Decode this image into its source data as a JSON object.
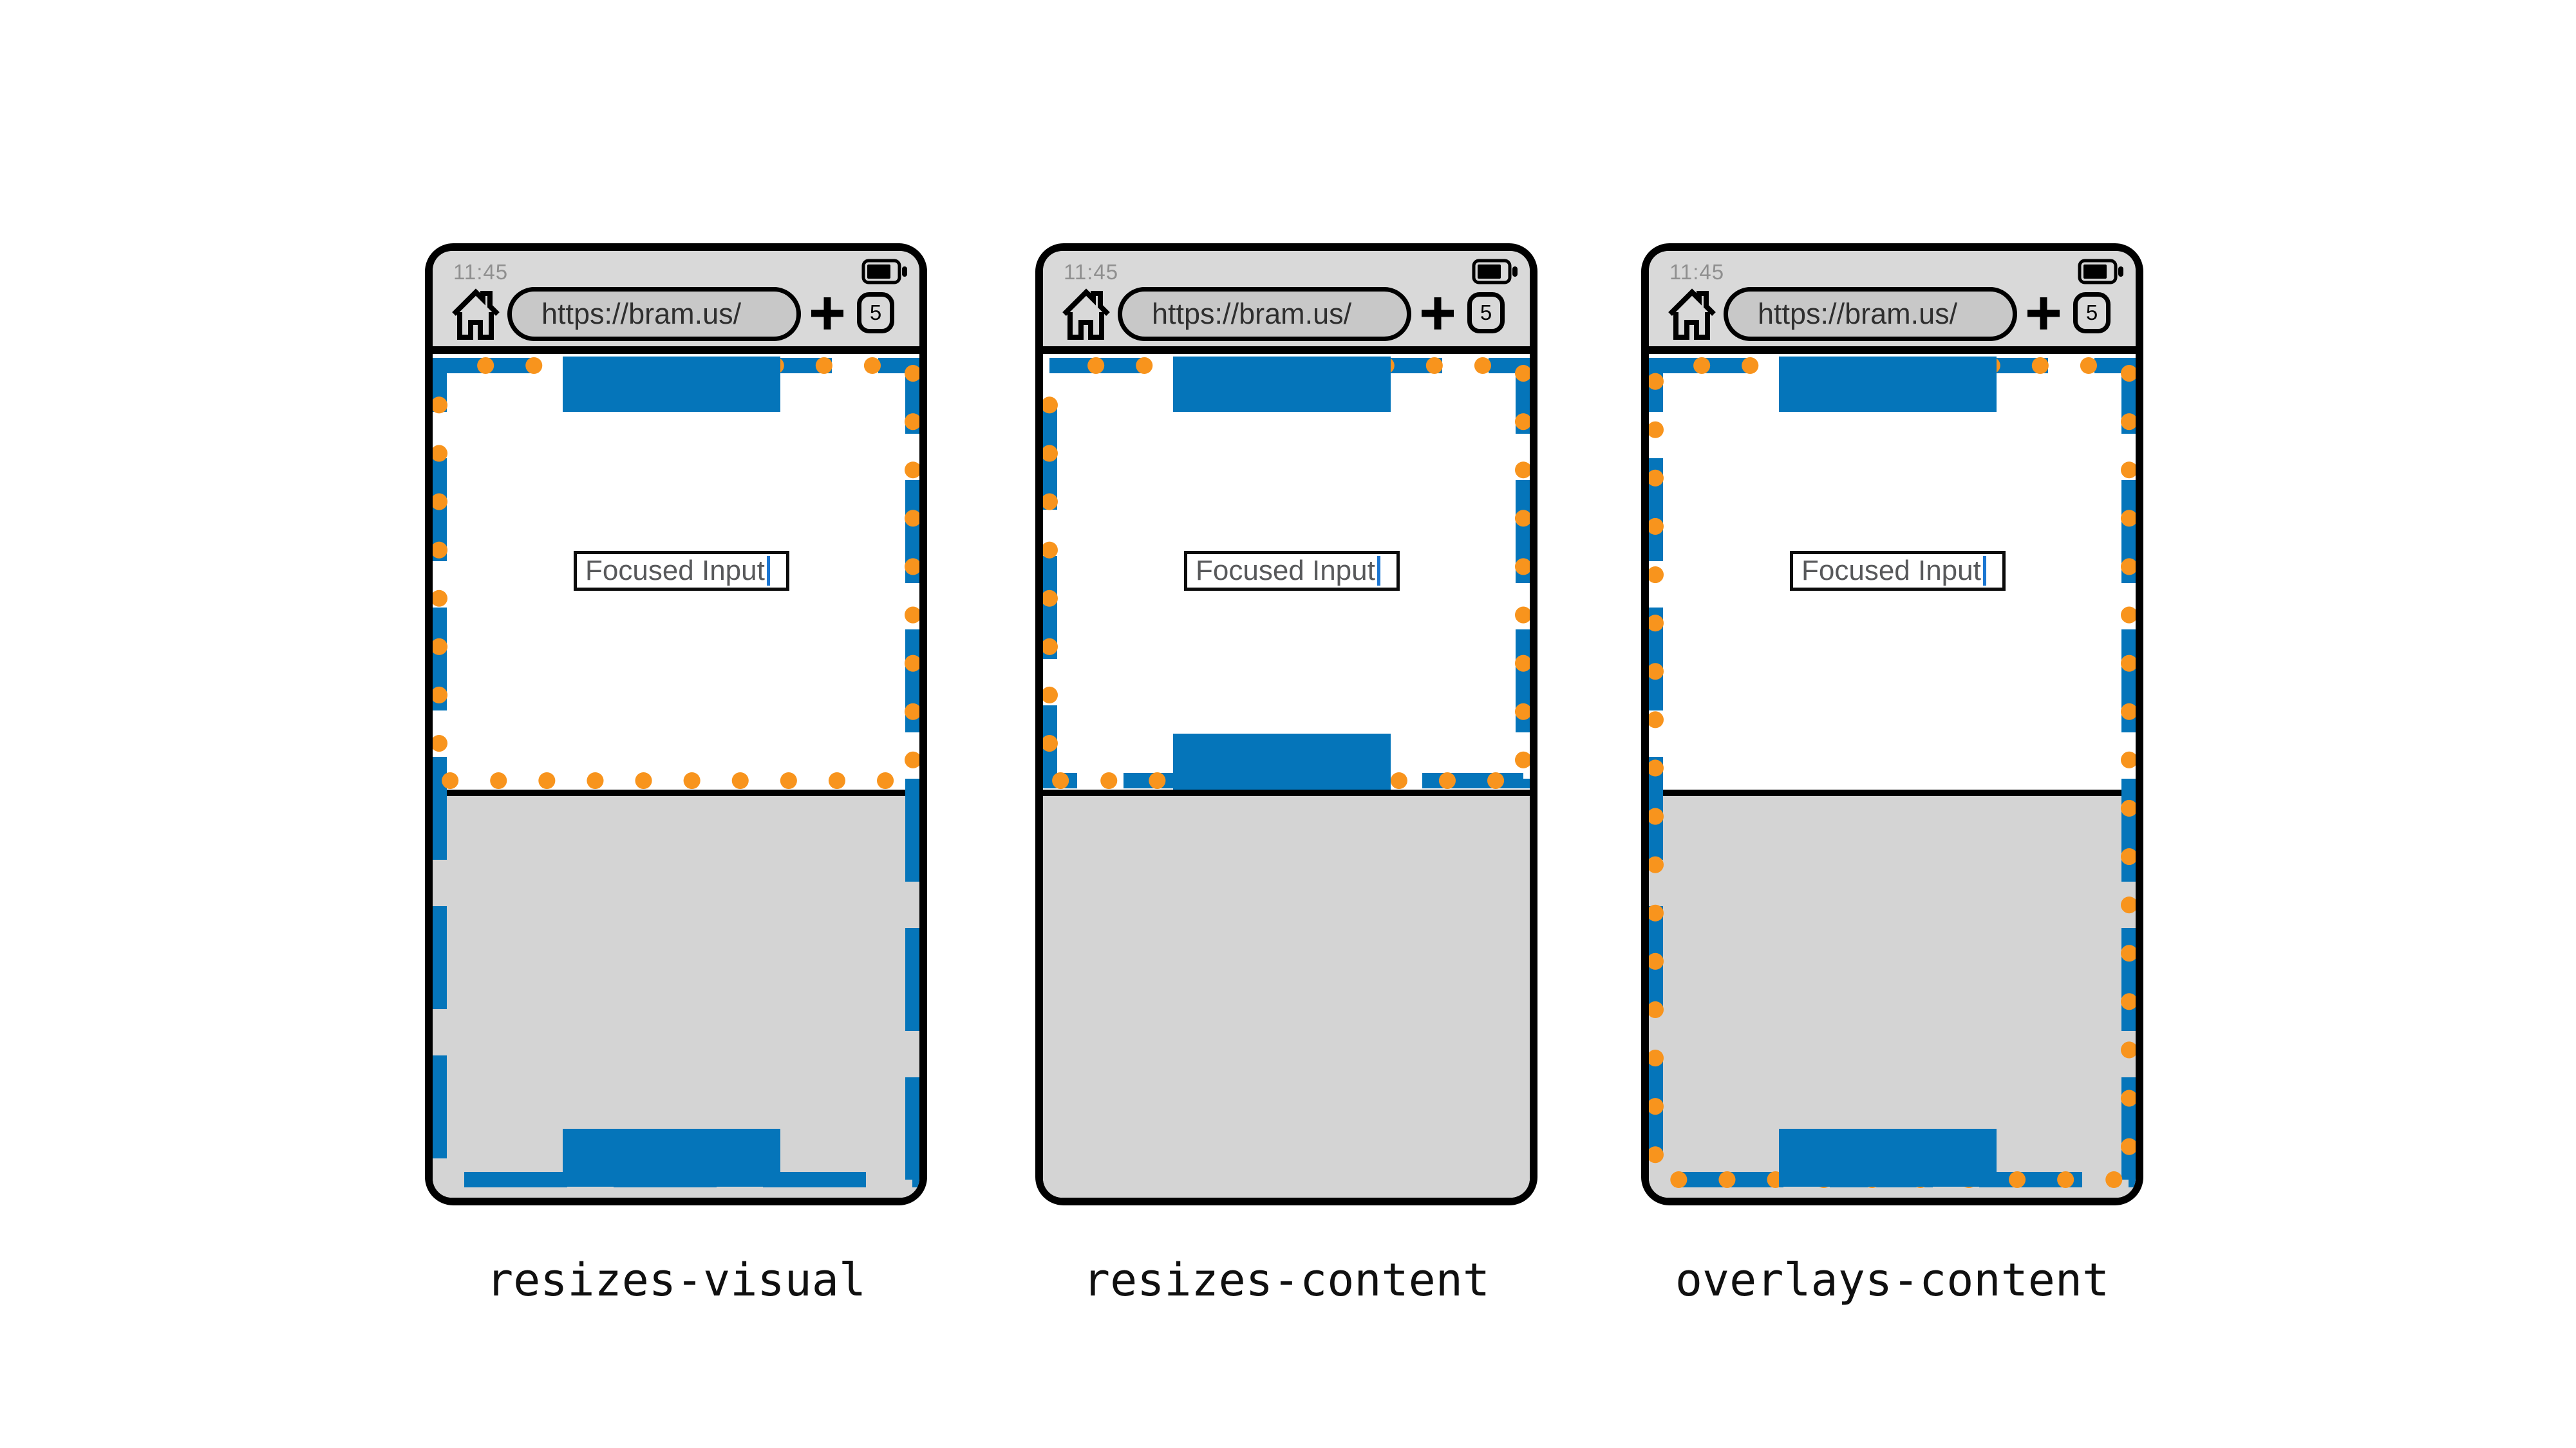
{
  "colors": {
    "fixed_elements_blue": "#0575ba",
    "visual_viewport_dots_orange": "#f8941d",
    "chrome_gray": "#d9d9d9",
    "keyboard_gray": "#d4d4d4",
    "url_pill_gray": "#c8c8c8",
    "frame_black": "#000000",
    "status_time_gray": "#8f8f8f",
    "input_text_gray": "#58595b",
    "input_caret_blue": "#1b76d2"
  },
  "phones": [
    {
      "mode": "resizes-visual",
      "label": "resizes-visual",
      "status_bar": {
        "time": "11:45",
        "battery_icon": "battery-icon"
      },
      "toolbar": {
        "home_icon": "home-icon",
        "url": "https://bram.us/",
        "new_tab_icon": "plus-icon",
        "tab_count": "5"
      },
      "page": {
        "input_value": "Focused Input",
        "fixed_header_icon": "fixed-header-bar",
        "fixed_footer_icon": "fixed-footer-bar",
        "layout_viewport_icon": "blue-dashed-outline",
        "visual_viewport_icon": "orange-dotted-outline",
        "keyboard_icon": "virtual-keyboard-area"
      }
    },
    {
      "mode": "resizes-content",
      "label": "resizes-content",
      "status_bar": {
        "time": "11:45",
        "battery_icon": "battery-icon"
      },
      "toolbar": {
        "home_icon": "home-icon",
        "url": "https://bram.us/",
        "new_tab_icon": "plus-icon",
        "tab_count": "5"
      },
      "page": {
        "input_value": "Focused Input",
        "fixed_header_icon": "fixed-header-bar",
        "fixed_footer_icon": "fixed-footer-bar",
        "layout_viewport_icon": "blue-dashed-outline",
        "visual_viewport_icon": "orange-dotted-outline",
        "keyboard_icon": "virtual-keyboard-area"
      }
    },
    {
      "mode": "overlays-content",
      "label": "overlays-content",
      "status_bar": {
        "time": "11:45",
        "battery_icon": "battery-icon"
      },
      "toolbar": {
        "home_icon": "home-icon",
        "url": "https://bram.us/",
        "new_tab_icon": "plus-icon",
        "tab_count": "5"
      },
      "page": {
        "input_value": "Focused Input",
        "fixed_header_icon": "fixed-header-bar",
        "fixed_footer_icon": "fixed-footer-bar",
        "layout_viewport_icon": "blue-dashed-outline",
        "visual_viewport_icon": "orange-dotted-outline",
        "keyboard_icon": "virtual-keyboard-area"
      }
    }
  ]
}
